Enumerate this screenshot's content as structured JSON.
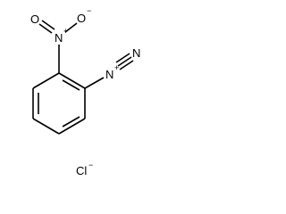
{
  "molecule": {
    "nitro": {
      "n_label": "N",
      "n_charge": "+",
      "o_top_label": "O",
      "o_right_label": "O",
      "o_right_charge": "−"
    },
    "diazonium": {
      "n1_label": "N",
      "n1_charge": "+",
      "n2_label": "N"
    },
    "counterion": {
      "label": "Cl",
      "charge": "−"
    }
  }
}
